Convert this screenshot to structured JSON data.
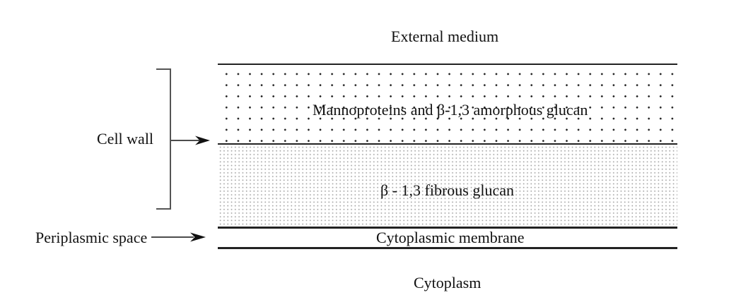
{
  "figure": {
    "type": "cell-wall-layer-diagram",
    "regions": {
      "external_medium": "External medium",
      "cytoplasm": "Cytoplasm"
    },
    "layers": [
      {
        "name": "mannoprotein-amorphous-glucan-layer",
        "label": "Mannoproteins and β-1,3 amorphous glucan",
        "pattern": "coarse-dots"
      },
      {
        "name": "fibrous-glucan-layer",
        "label": "β - 1,3 fibrous glucan",
        "pattern": "fine-stipple"
      },
      {
        "name": "cytoplasmic-membrane-band",
        "label": "Cytoplasmic membrane",
        "pattern": "plain"
      }
    ],
    "side_annotations": [
      {
        "label": "Cell wall",
        "connector": "bracket-with-arrow"
      },
      {
        "label": "Periplasmic space",
        "connector": "arrow"
      }
    ],
    "colors": {
      "background": "#ffffff",
      "line": "#222222",
      "coarse_dot": "#1c1c1c",
      "fine_dot": "#a6a6a6",
      "bracket": "#555555",
      "text": "#111111"
    }
  }
}
